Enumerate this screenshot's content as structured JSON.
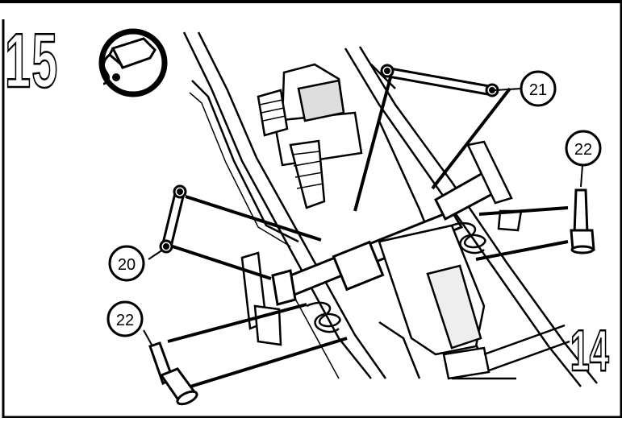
{
  "step": {
    "number": "15",
    "next_number": "14"
  },
  "callouts": {
    "c20": "20",
    "c21": "21",
    "c22_left": "22",
    "c22_right": "22"
  },
  "lubricate_icon": "grease-tube-icon",
  "colors": {
    "ink": "#000000",
    "paper": "#ffffff"
  }
}
